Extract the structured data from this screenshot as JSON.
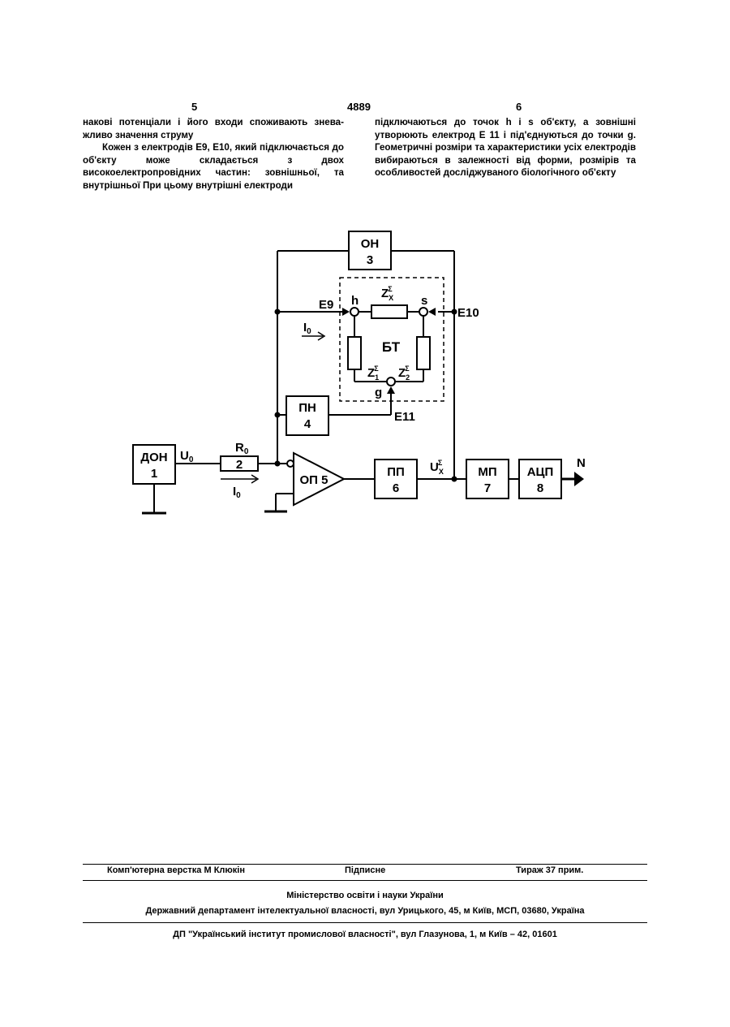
{
  "header": {
    "page_left": "5",
    "page_center": "4889",
    "page_right": "6"
  },
  "left_column": {
    "p1": "накові потенціали і його входи споживають знева-жливо значення струму",
    "p2": "Кожен з електродів Е9, Е10, який підключається до об'єкту може складається з двох високоелектропровідних частин: зовнішньої, та внутрішньої При цьому внутрішні електроди"
  },
  "right_column": {
    "p1": "підключаються до точок h і s об'єкту, а зовнішні утворюють електрод Е 11 і під'єднуються до точки g. Геометричні розміри та характеристики усіх електродів вибираються в залежності від форми, розмірів та особливостей досліджуваного біологічного об'єкту"
  },
  "diagram": {
    "blocks": {
      "don": {
        "name": "ДОН",
        "num": "1"
      },
      "res": {
        "label": "R",
        "sub": "0",
        "num": "2"
      },
      "on": {
        "name": "ОН",
        "num": "3"
      },
      "pn": {
        "name": "ПН",
        "num": "4"
      },
      "op": {
        "name": "ОП 5"
      },
      "pp": {
        "name": "ПП",
        "num": "6"
      },
      "mp": {
        "name": "МП",
        "num": "7"
      },
      "adc": {
        "name": "АЦП",
        "num": "8"
      },
      "bt": {
        "name": "БТ"
      }
    },
    "labels": {
      "u0": "U",
      "u0_sub": "0",
      "i0_bottom": "I",
      "i0_bottom_sub": "0",
      "i0_top": "I",
      "i0_top_sub": "0",
      "ux": "U",
      "ux_sub": "X",
      "ux_sup": "Σ",
      "zx": "Z",
      "zx_sub": "X",
      "zx_sup": "Σ",
      "z1": "Z",
      "z1_sub": "1",
      "z1_sup": "Σ",
      "z2": "Z",
      "z2_sub": "2",
      "z2_sup": "Σ",
      "h": "h",
      "s": "s",
      "g": "g",
      "e9": "Е9",
      "e10": "Е10",
      "e11": "Е11",
      "n": "N"
    }
  },
  "footer": {
    "layout": "Комп'ютерна верстка М  Клюкін",
    "signed": "Підписне",
    "circulation": "Тираж 37 прим.",
    "ministry": "Міністерство освіти і науки України",
    "department": "Державний департамент інтелектуальної власності, вул  Урицького, 45, м  Київ, МСП, 03680, Україна",
    "institute": "ДП \"Український інститут промислової власності\", вул  Глазунова, 1, м  Київ – 42, 01601"
  }
}
